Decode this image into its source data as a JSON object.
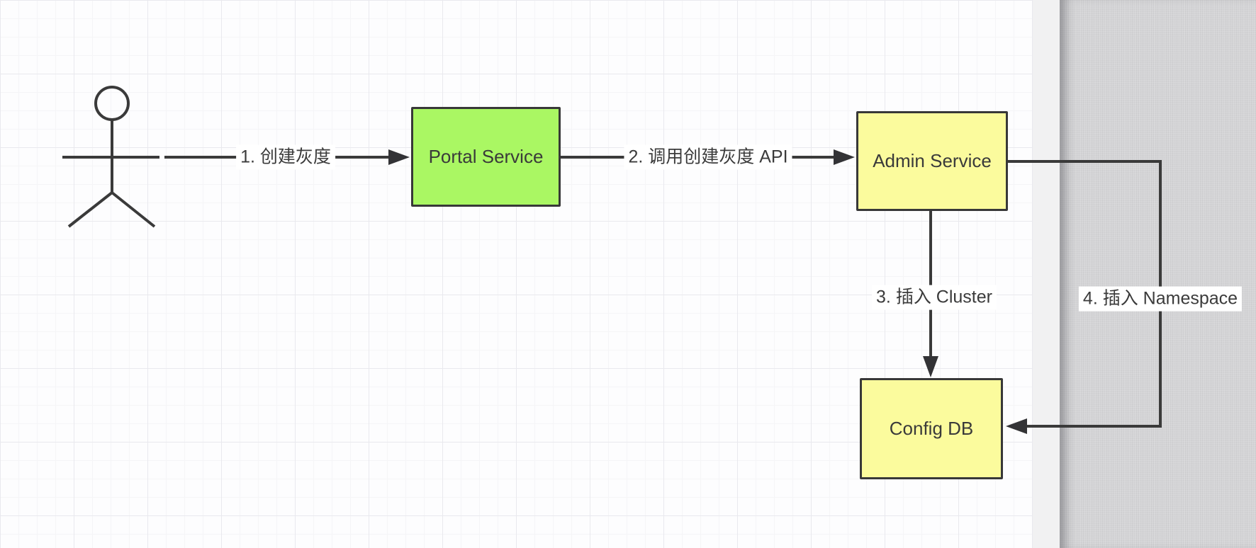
{
  "canvas": {
    "type": "flow-diagram",
    "background": "grid"
  },
  "diagram": {
    "actor": {
      "shape": "stick-figure"
    },
    "nodes": [
      {
        "id": "portal-service",
        "label": "Portal Service",
        "fill": "#aaf763"
      },
      {
        "id": "admin-service",
        "label": "Admin Service",
        "fill": "#fbfb9d"
      },
      {
        "id": "config-db",
        "label": "Config DB",
        "fill": "#fbfb9d"
      }
    ],
    "connectors": [
      {
        "id": "step-1",
        "label": "1. 创建灰度",
        "from": "actor",
        "to": "portal-service"
      },
      {
        "id": "step-2",
        "label": "2. 调用创建灰度 API",
        "from": "portal-service",
        "to": "admin-service"
      },
      {
        "id": "step-3",
        "label": "3. 插入 Cluster",
        "from": "admin-service",
        "to": "config-db"
      },
      {
        "id": "step-4",
        "label": "4. 插入 Namespace",
        "from": "admin-service",
        "to": "config-db"
      }
    ]
  },
  "icons": {
    "actor": "stick-figure-actor",
    "arrowhead": "solid-triangle-arrowhead"
  },
  "colors": {
    "node_green": "#aaf763",
    "node_yellow": "#fbfb9d",
    "stroke": "#3a3a3a",
    "label_text": "#3b3b3b",
    "canvas_white": "#fdfdfe",
    "grid_line": "#e9e9ee",
    "page_edge_strip": "#f1f1f2",
    "workspace_gray": "#d4d4d6"
  }
}
